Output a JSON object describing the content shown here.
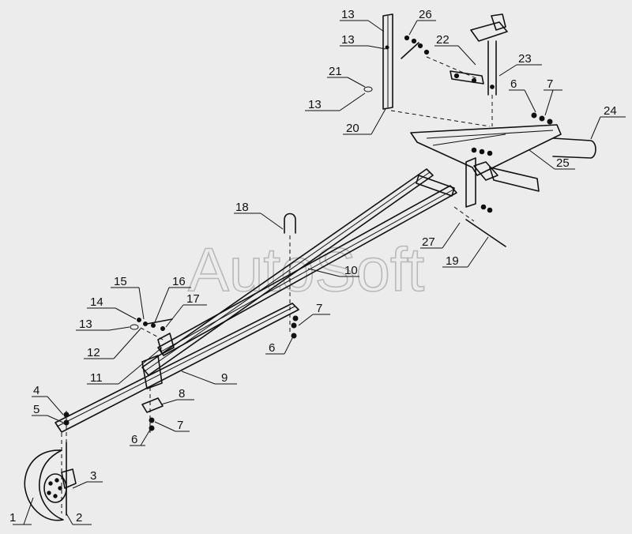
{
  "watermark": "AutoSoft",
  "callouts": [
    {
      "id": "c1",
      "text": "1"
    },
    {
      "id": "c2",
      "text": "2"
    },
    {
      "id": "c3",
      "text": "3"
    },
    {
      "id": "c4",
      "text": "4"
    },
    {
      "id": "c5",
      "text": "5"
    },
    {
      "id": "c6a",
      "text": "6"
    },
    {
      "id": "c7a",
      "text": "7"
    },
    {
      "id": "c8",
      "text": "8"
    },
    {
      "id": "c9",
      "text": "9"
    },
    {
      "id": "c10",
      "text": "10"
    },
    {
      "id": "c11",
      "text": "11"
    },
    {
      "id": "c12",
      "text": "12"
    },
    {
      "id": "c13a",
      "text": "13"
    },
    {
      "id": "c14",
      "text": "14"
    },
    {
      "id": "c15",
      "text": "15"
    },
    {
      "id": "c16",
      "text": "16"
    },
    {
      "id": "c17",
      "text": "17"
    },
    {
      "id": "c18",
      "text": "18"
    },
    {
      "id": "c6b",
      "text": "6"
    },
    {
      "id": "c7b",
      "text": "7"
    },
    {
      "id": "c19",
      "text": "19"
    },
    {
      "id": "c27",
      "text": "27"
    },
    {
      "id": "c13b",
      "text": "13"
    },
    {
      "id": "c13c",
      "text": "13"
    },
    {
      "id": "c26",
      "text": "26"
    },
    {
      "id": "c22",
      "text": "22"
    },
    {
      "id": "c21",
      "text": "21"
    },
    {
      "id": "c13d",
      "text": "13"
    },
    {
      "id": "c20",
      "text": "20"
    },
    {
      "id": "c23",
      "text": "23"
    },
    {
      "id": "c6c",
      "text": "6"
    },
    {
      "id": "c7c",
      "text": "7"
    },
    {
      "id": "c24",
      "text": "24"
    },
    {
      "id": "c25",
      "text": "25"
    }
  ]
}
